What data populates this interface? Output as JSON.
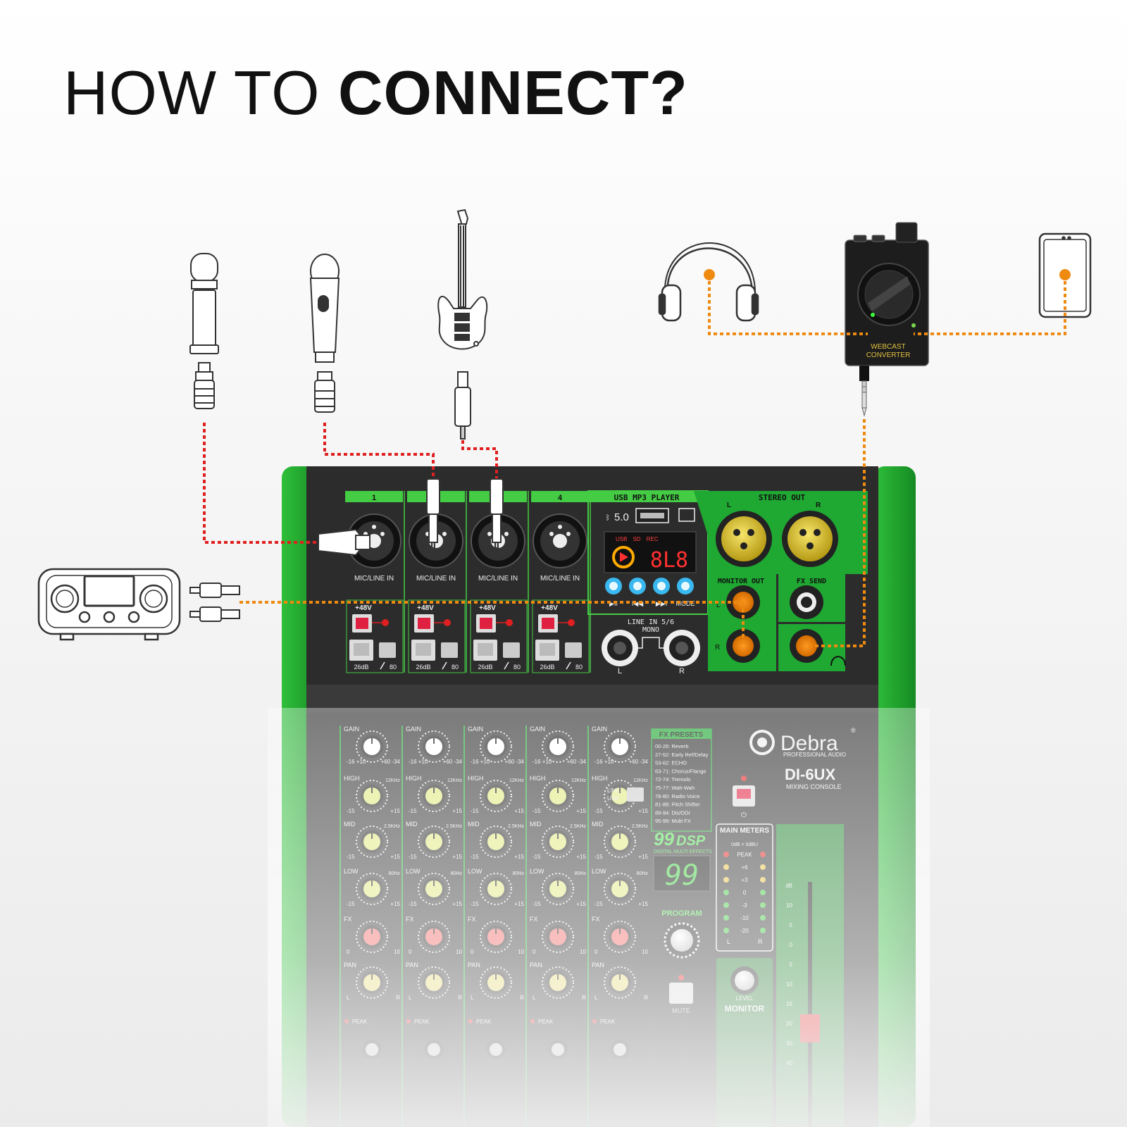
{
  "headline": {
    "light": "HOW TO ",
    "bold": "CONNECT?"
  },
  "mixer": {
    "channel_numbers": [
      "1",
      "4"
    ],
    "input_label": "MIC/LINE IN",
    "phantom_label": "+48V",
    "pad_label": "26dB",
    "hpf_label": "80",
    "usb_title": "USB MP3 PLAYER",
    "bt_version": "5.0",
    "display_tags": [
      "USB",
      "SD",
      "REC"
    ],
    "display_value": "8L8",
    "player_buttons": [
      "▶II",
      "I◀◀",
      "▶▶I",
      "MODE"
    ],
    "stereo_out": {
      "title": "STEREO OUT",
      "l": "L",
      "r": "R"
    },
    "monitor_out": "MONITOR OUT",
    "fx_send": "FX SEND",
    "line56": {
      "title": "LINE IN 5/6",
      "sub": "MONO",
      "l": "L",
      "r": "R"
    },
    "brand": "Debra",
    "brand_sub": "PROFESSIONAL AUDIO",
    "model": "DI-6UX",
    "model_sub": "MIXING CONSOLE",
    "knob_rows": [
      {
        "label": "GAIN",
        "left": "-16\n+10",
        "right": "+60\n-34"
      },
      {
        "label": "HIGH",
        "freq": "12KHz",
        "left": "-15",
        "right": "+15"
      },
      {
        "label": "MID",
        "freq": "2.5KHz",
        "left": "-15",
        "right": "+15"
      },
      {
        "label": "LOW",
        "freq": "80Hz",
        "left": "-15",
        "right": "+15"
      },
      {
        "label": "FX",
        "left": "0",
        "right": "10"
      },
      {
        "label": "PAN",
        "left": "L",
        "right": "R"
      }
    ],
    "peak_label": "PEAK",
    "line_usb": [
      "LINE",
      "USB"
    ],
    "fx_presets": {
      "title": "FX PRESETS",
      "items": [
        "00-26: Reverb",
        "27-52: Early Ref/Delay",
        "53-62: ECHO",
        "63-71: Chorus/Flange",
        "72-74: Tremolo",
        "75-77: Wah-Wah",
        "78-80: Radio Voice",
        "81-88: Pitch Shifter",
        "89-94: Dis/ODr",
        "95-99: Multi FX"
      ]
    },
    "dsp": {
      "big": "99",
      "label": "DSP",
      "sub": "DIGITAL MULTI EFFECTS",
      "readout": "99",
      "program": "PROGRAM",
      "mute": "MUTE"
    },
    "meters": {
      "title": "MAIN METERS",
      "sub": "0dB = 0dBU",
      "levels": [
        "PEAK",
        "+6",
        "+3",
        "0",
        "-3",
        "-10",
        "-20"
      ],
      "l": "L",
      "r": "R"
    },
    "monitor": {
      "level": "LEVEL",
      "label": "MONITOR"
    },
    "fader_scale": [
      "dB",
      "10",
      "5",
      "0",
      "5",
      "10",
      "15",
      "20",
      "30",
      "40"
    ]
  },
  "converter": {
    "line1": "WEBCAST",
    "line2": "CONVERTER"
  },
  "colors": {
    "green": "#1fa832",
    "green_bright": "#4fe04f",
    "red_cable": "#e02020",
    "orange_cable": "#ee8a10",
    "panel": "#2e2e2e"
  }
}
